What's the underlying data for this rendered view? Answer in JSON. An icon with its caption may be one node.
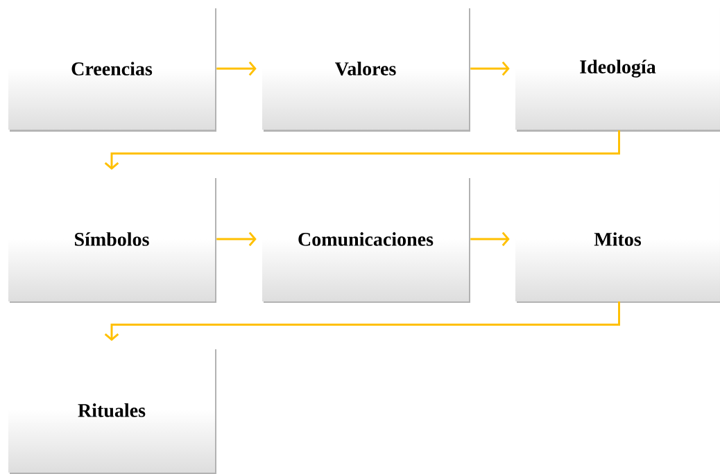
{
  "diagram": {
    "nodes": [
      {
        "text": [
          "Creencias"
        ]
      },
      {
        "text": [
          "Valores"
        ]
      },
      {
        "text": [
          "Ideología"
        ]
      },
      {
        "text": [
          "Símbolos"
        ]
      },
      {
        "text": [
          "Comunicaciones"
        ]
      },
      {
        "text": [
          "Mitos"
        ]
      },
      {
        "text": [
          "Rituales"
        ]
      }
    ],
    "edges": [
      {
        "from": 0,
        "to": 1,
        "arrow": "to"
      },
      {
        "from": 1,
        "to": 2,
        "arrow": "to"
      },
      {
        "from": 2,
        "to": 3,
        "arrow": "to"
      },
      {
        "from": 3,
        "to": 4,
        "arrow": "to"
      },
      {
        "from": 4,
        "to": 5,
        "arrow": "to"
      },
      {
        "from": 5,
        "to": 6,
        "arrow": "to"
      }
    ]
  }
}
